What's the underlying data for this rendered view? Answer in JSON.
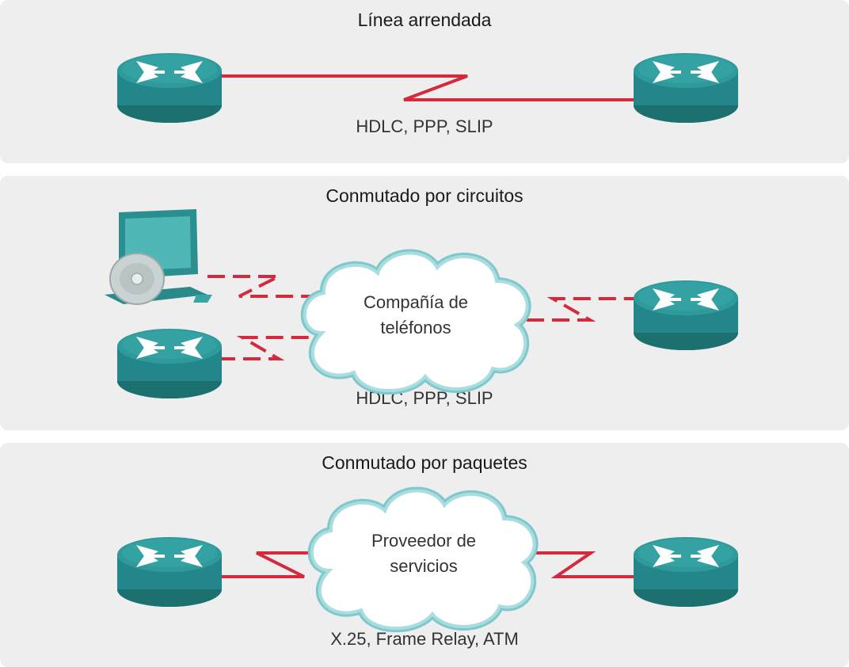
{
  "sections": [
    {
      "title": "Línea arrendada",
      "protocols": "HDLC, PPP, SLIP"
    },
    {
      "title": "Conmutado por circuitos",
      "protocols": "HDLC, PPP, SLIP",
      "cloud": [
        "Compañía de",
        "teléfonos"
      ]
    },
    {
      "title": "Conmutado por paquetes",
      "protocols": "X.25, Frame Relay, ATM",
      "cloud": [
        "Proveedor de",
        "servicios"
      ]
    }
  ],
  "colors": {
    "router_top": "#2f9a9a",
    "router_side": "#1f7b7b",
    "link_red": "#d42a3c",
    "cloud_fill": "#ffffff",
    "cloud_stroke": "#7fc8cc",
    "panel_bg": "#eeeeee",
    "computer": "#3aa3a3"
  },
  "icons": [
    "router-icon",
    "computer-icon",
    "cloud-icon"
  ]
}
